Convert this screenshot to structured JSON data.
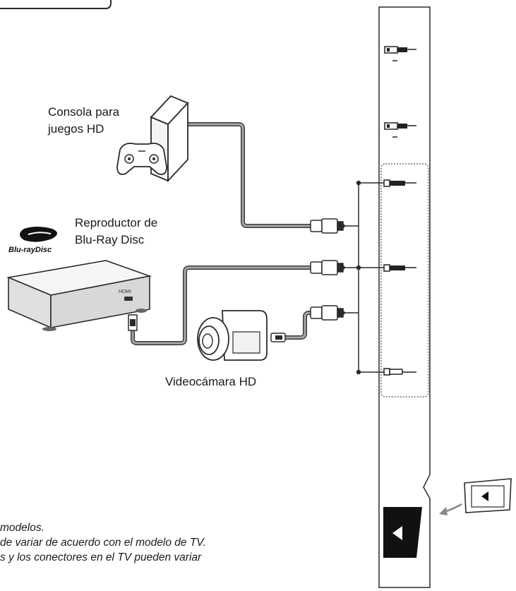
{
  "devices": {
    "console": {
      "label_line1": "Consola para",
      "label_line2": "juegos HD"
    },
    "bluray": {
      "label_line1": "Reproductor de",
      "label_line2": "Blu-Ray Disc",
      "logo_text": "Blu-rayDisc",
      "port_label": "HDMI"
    },
    "camcorder": {
      "label": "Videocámara HD"
    }
  },
  "notes": [
    "modelos.",
    "de variar de acuerdo con el modelo de TV.",
    "s y los conectores en el TV pueden variar"
  ],
  "colors": {
    "line": "#2a2a2a",
    "cable": "#8a8a8a",
    "panel_fill": "#ffffff",
    "device_fill": "#e4e4e4"
  }
}
